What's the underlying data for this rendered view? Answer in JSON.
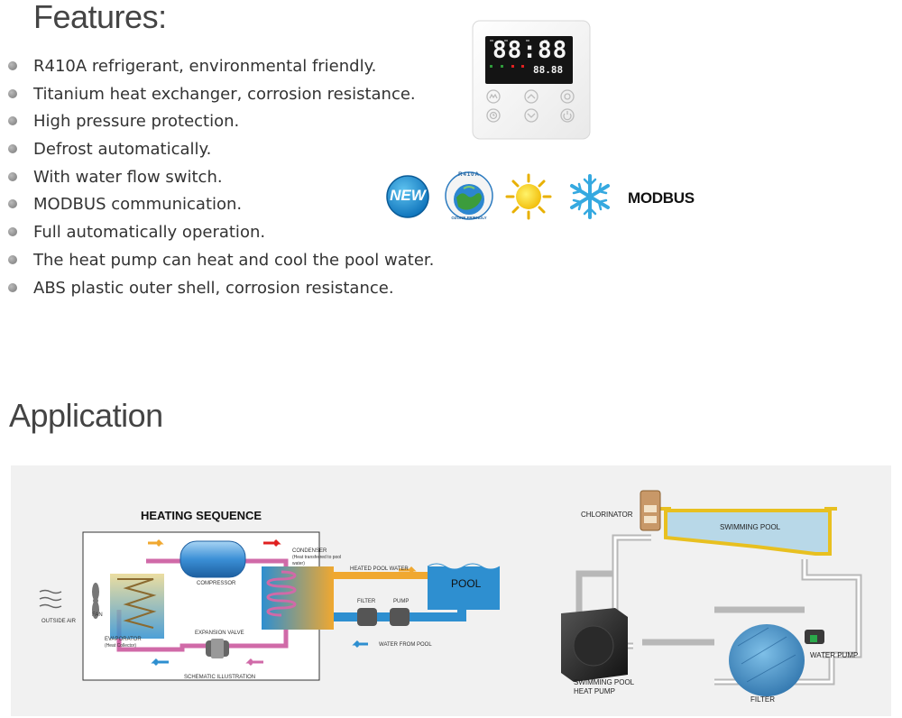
{
  "features": {
    "heading": "Features:",
    "items": [
      "R410A refrigerant, environmental friendly.",
      "Titanium heat exchanger, corrosion resistance.",
      "High pressure protection.",
      "Defrost automatically.",
      "With water flow switch.",
      "MODBUS communication.",
      "Full automatically operation.",
      "The heat pump can heat and cool the pool water.",
      "ABS plastic outer shell, corrosion resistance."
    ]
  },
  "controller": {
    "display_main": "88:88",
    "display_small": "88.88"
  },
  "badges": {
    "new": "NEW",
    "r410a": "R410A",
    "ozone": "OZONE FRIENDLY",
    "modbus": "MODBUS",
    "icons": [
      "new-badge-icon",
      "ozone-friendly-globe-icon",
      "sun-icon",
      "snowflake-icon"
    ]
  },
  "application": {
    "heading": "Application",
    "heating_diagram": {
      "title": "HEATING SEQUENCE",
      "compressor": "COMPRESSOR",
      "condenser": "CONDENSER",
      "condenser_note": "(Heat transferred to pool water)",
      "heated_pool_water": "HEATED POOL WATER",
      "pool": "POOL",
      "filter": "FILTER",
      "pump": "PUMP",
      "water_from_pool": "WATER FROM POOL",
      "fan": "FAN",
      "outside_air": "OUTSIDE AIR",
      "evaporator": "EVAPORATOR",
      "evaporator_note": "(Heat Collector)",
      "expansion_valve": "EXPANSION VALVE",
      "schematic": "SCHEMATIC ILLUSTRATION"
    },
    "pool_diagram": {
      "chlorinator": "CHLORINATOR",
      "swimming_pool": "SWIMMING POOL",
      "heat_pump": "SWIMMING POOL HEAT PUMP",
      "water_pump": "WATER PUMP",
      "filter": "FILTER"
    }
  },
  "colors": {
    "water_blue": "#2e8fd0",
    "refrigerant_pink": "#d06aa8",
    "heated_orange": "#f0a830",
    "pool_yellow": "#e8c020"
  }
}
